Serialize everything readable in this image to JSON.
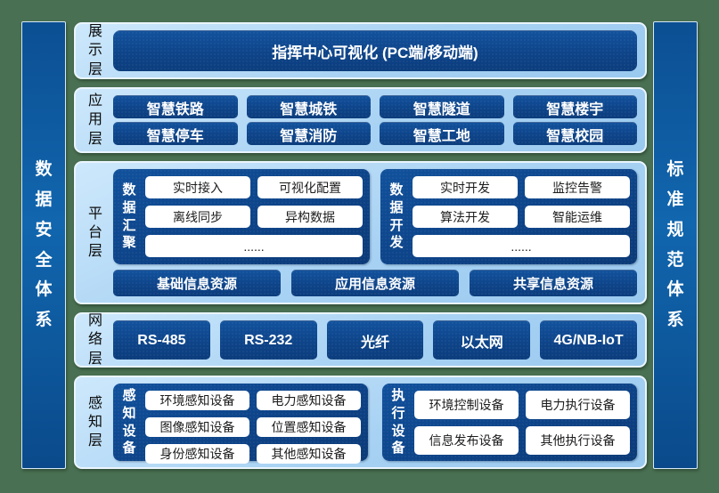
{
  "colors": {
    "background_green": "#4a7053",
    "panel_light_blue": "#a8d2f3",
    "box_dark_blue": "#0e4489",
    "sidebar_blue": "#1166ae",
    "white_box": "#ffffff"
  },
  "sidebars": {
    "left": "数据安全体系",
    "right": "标准规范体系"
  },
  "layers": [
    {
      "label": "展示层",
      "box": "指挥中心可视化 (PC端/移动端)"
    },
    {
      "label": "应用层",
      "boxes": [
        "智慧铁路",
        "智慧城铁",
        "智慧隧道",
        "智慧楼宇",
        "智慧停车",
        "智慧消防",
        "智慧工地",
        "智慧校园"
      ]
    },
    {
      "label": "平台层",
      "groups": [
        {
          "label": "数据汇聚",
          "items": [
            "实时接入",
            "可视化配置",
            "离线同步",
            "异构数据"
          ],
          "more": "......"
        },
        {
          "label": "数据开发",
          "items": [
            "实时开发",
            "监控告警",
            "算法开发",
            "智能运维"
          ],
          "more": "......"
        }
      ],
      "resources": [
        "基础信息资源",
        "应用信息资源",
        "共享信息资源"
      ]
    },
    {
      "label": "网络层",
      "boxes": [
        "RS-485",
        "RS-232",
        "光纤",
        "以太网",
        "4G/NB-IoT"
      ]
    },
    {
      "label": "感知层",
      "groups": [
        {
          "label": "感知设备",
          "items": [
            "环境感知设备",
            "电力感知设备",
            "图像感知设备",
            "位置感知设备",
            "身份感知设备",
            "其他感知设备"
          ]
        },
        {
          "label": "执行设备",
          "items": [
            "环境控制设备",
            "电力执行设备",
            "信息发布设备",
            "其他执行设备"
          ]
        }
      ]
    }
  ]
}
